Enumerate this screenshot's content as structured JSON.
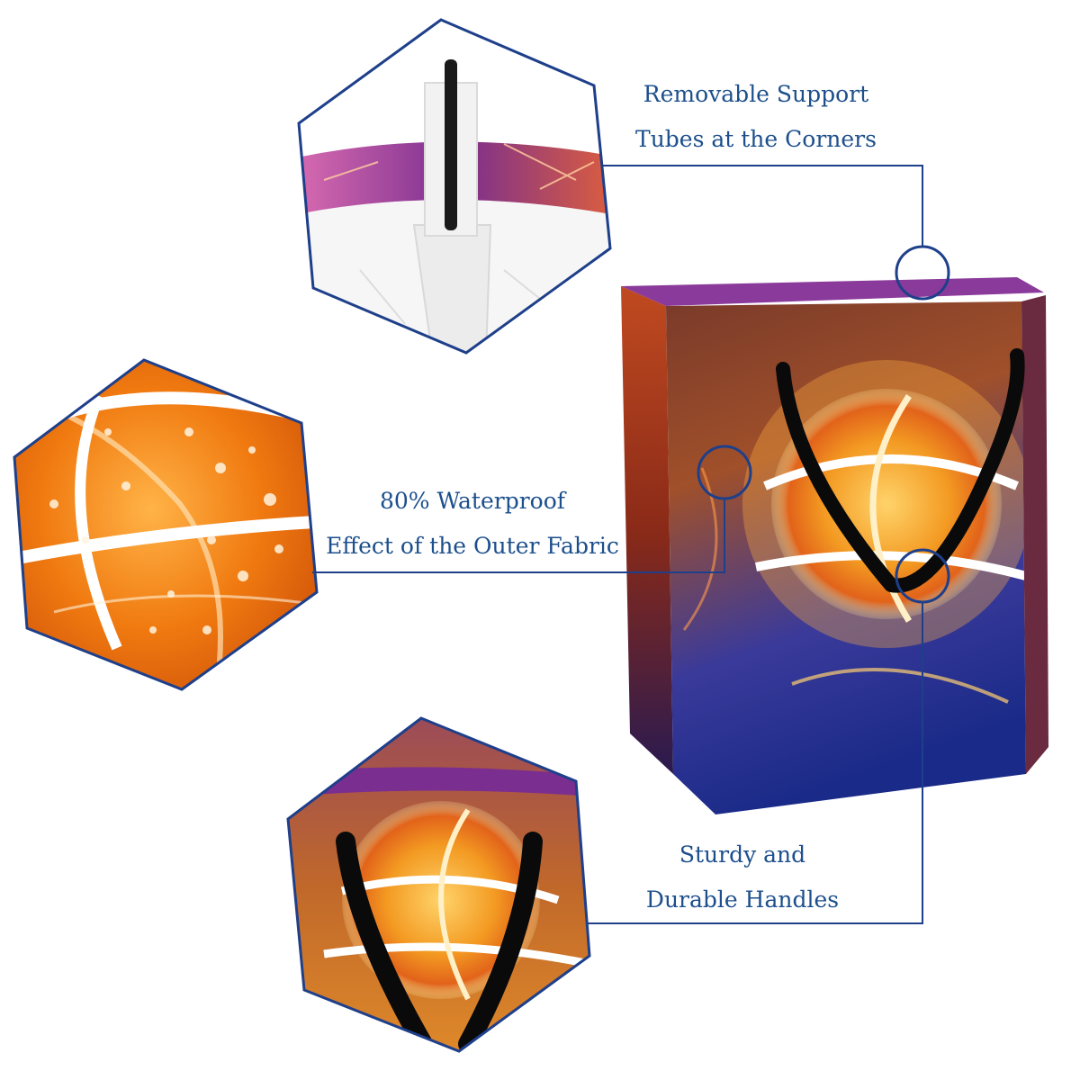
{
  "callouts": {
    "support_tubes": {
      "line1": "Removable Support",
      "line2": "Tubes at the Corners"
    },
    "waterproof": {
      "line1": "80% Waterproof",
      "line2": "Effect of the Outer Fabric"
    },
    "handles": {
      "line1": "Sturdy and",
      "line2": "Durable Handles"
    }
  },
  "colors": {
    "callout_blue": "#1c4f8c",
    "hexagon_border": "#1e3f8a",
    "handle_black": "#0a0a0a",
    "fire_orange": "#f07a10",
    "ball_orange": "#e8891c",
    "night_blue": "#1d2f8c",
    "flame_purple": "#7a2e8f"
  }
}
